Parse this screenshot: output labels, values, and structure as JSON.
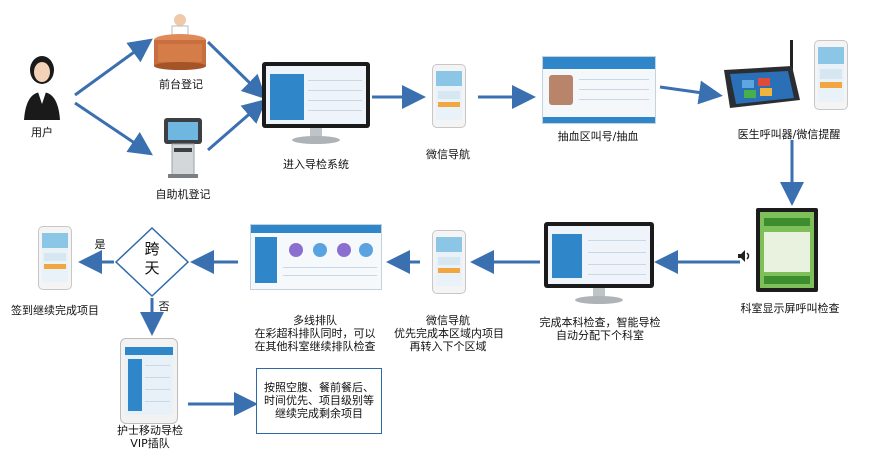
{
  "labels": {
    "user": "用户",
    "front_desk": "前台登记",
    "kiosk": "自助机登记",
    "enter_system": "进入导检系统",
    "wechat_nav_1": "微信导航",
    "blood_draw": "抽血区叫号/抽血",
    "doctor_call": "医生呼叫器/微信提醒",
    "dept_screen": "科室显示屏呼叫检查",
    "finish_dept": [
      "完成本科检查，智能导检",
      "自动分配下个科室"
    ],
    "wechat_nav_2": [
      "微信导航",
      "优先完成本区域内项目",
      "再转入下个区域"
    ],
    "multi_queue": [
      "多线排队",
      "在彩超科排队同时，可以",
      "在其他科室继续排队检查"
    ],
    "decision": [
      "跨",
      "天"
    ],
    "yes": "是",
    "no": "否",
    "sign_in": "签到继续完成项目",
    "nurse_nav": [
      "护士移动导检",
      "VIP插队"
    ],
    "note": [
      "按照空腹、餐前餐后、",
      "时间优先、项目级别等",
      "继续完成剩余项目"
    ]
  },
  "colors": {
    "arrow": "#3a6fb0",
    "decision_border": "#2e6aa8",
    "screen_blue": "#2f86c8"
  }
}
